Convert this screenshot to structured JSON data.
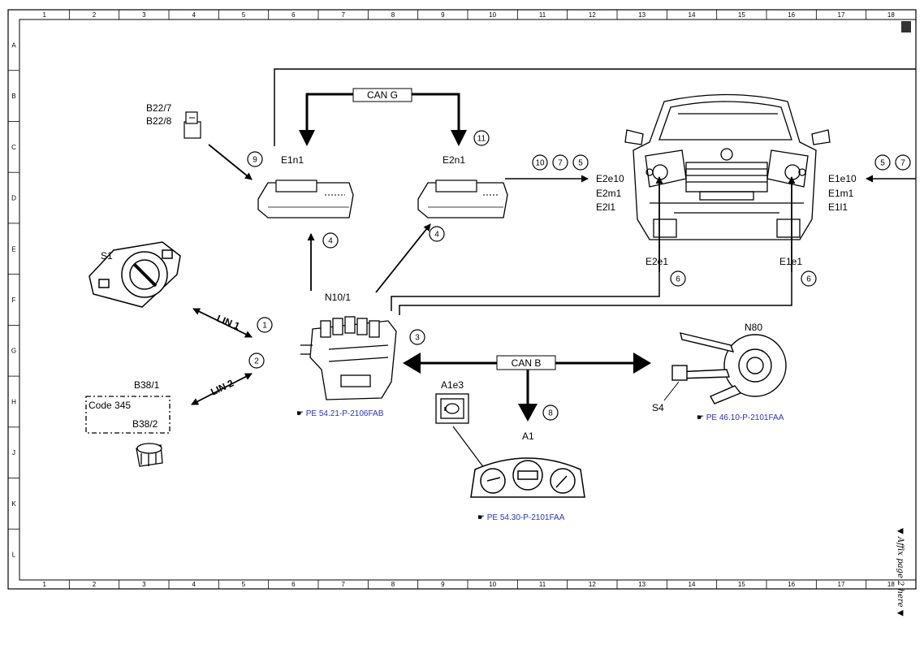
{
  "grid": {
    "columns": [
      "1",
      "2",
      "3",
      "4",
      "5",
      "6",
      "7",
      "8",
      "9",
      "10",
      "11",
      "12",
      "13",
      "14",
      "15",
      "16",
      "17",
      "18"
    ],
    "rows": [
      "A",
      "B",
      "C",
      "D",
      "E",
      "F",
      "G",
      "H",
      "J",
      "K",
      "L"
    ]
  },
  "components": {
    "b22": [
      "B22/7",
      "B22/8"
    ],
    "e1n1": "E1n1",
    "e2n1": "E2n1",
    "s1": "S1",
    "n10": "N10/1",
    "b38_1": "B38/1",
    "code": "Code 345",
    "b38_2": "B38/2",
    "a1e3": "A1e3",
    "a1": "A1",
    "n80": "N80",
    "s4": "S4",
    "e2e1": "E2e1",
    "e1e1": "E1e1",
    "e2_outputs": [
      "E2e10",
      "E2m1",
      "E2l1"
    ],
    "e1_outputs": [
      "E1e10",
      "E1m1",
      "E1l1"
    ]
  },
  "buses": {
    "can_g": "CAN G",
    "can_b": "CAN B",
    "lin1": "LIN 1",
    "lin2": "LIN 2"
  },
  "markers": {
    "m1": "1",
    "m2": "2",
    "m3": "3",
    "m4a": "4",
    "m4b": "4",
    "m5a": "5",
    "m5b": "5",
    "m6a": "6",
    "m6b": "6",
    "m7a": "7",
    "m7b": "7",
    "m8": "8",
    "m9": "9",
    "m10": "10",
    "m11": "11"
  },
  "references": {
    "n10": "PE 54.21-P-2106FAB",
    "a1": "PE 54.30-P-2101FAA",
    "n80": "PE 46.10-P-2101FAA"
  },
  "affix_note": "▼ Affix page 2 here ▼",
  "colors": {
    "line": "#000000",
    "reference_link": "#2233cc"
  }
}
